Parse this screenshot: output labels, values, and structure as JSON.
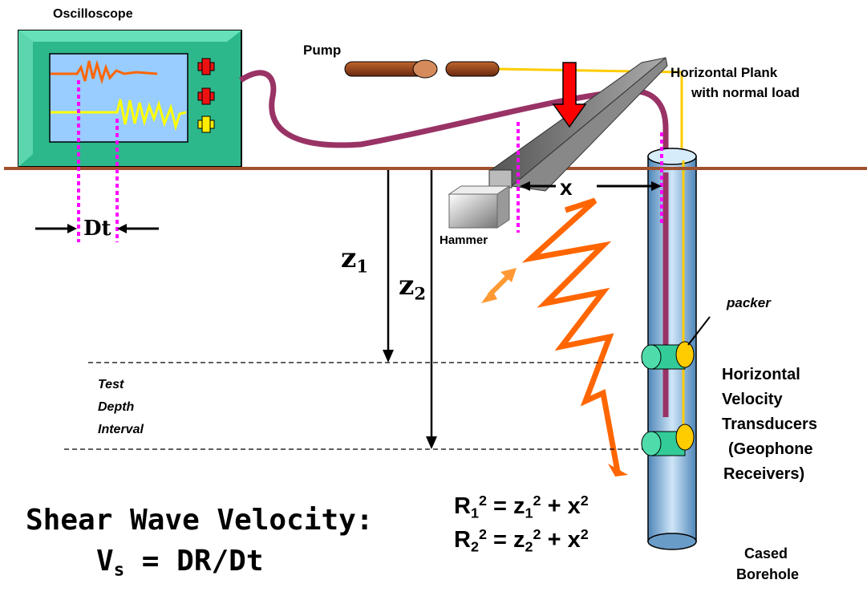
{
  "labels": {
    "oscilloscope": "Oscilloscope",
    "pump": "Pump",
    "plank_line1": "Horizontal Plank",
    "plank_line2": "with normal load",
    "x": "x",
    "dt_d": "D",
    "dt_t": "t",
    "hammer": "Hammer",
    "z": "z",
    "z1_sub": "1",
    "z2_sub": "2",
    "packer": "packer",
    "test_line1": "Test",
    "test_line2": "Depth",
    "test_line3": "Interval",
    "transducers_line1": "Horizontal",
    "transducers_line2": "Velocity",
    "transducers_line3": "Transducers",
    "transducers_line4": "(Geophone",
    "transducers_line5": "Receivers)",
    "borehole_line1": "Cased",
    "borehole_line2": "Borehole"
  },
  "formulas": {
    "shear_title": "Shear Wave Velocity:",
    "vs_v": "V",
    "vs_sub": "s",
    "vs_rest": " = DR/Dt",
    "r": "R",
    "z": "z",
    "x": "x",
    "one": "1",
    "two": "2",
    "sq": "2",
    "eq": " = ",
    "plus": " + "
  },
  "colors": {
    "ground": "#a0522d",
    "cable": "#993366",
    "signal": "#ff6600",
    "signal2": "#ffff00",
    "marker": "#ff00ff",
    "wave": "#ff6600",
    "load_arrow": "#ff0000",
    "scope_frame": "#33cc99",
    "screen": "#99ccff",
    "borehole": "#8ab4d8",
    "geophone": "#33cc99",
    "packer": "#ffcc00",
    "pump": "#8b3a1a",
    "yellow_line": "#ffcc00"
  }
}
